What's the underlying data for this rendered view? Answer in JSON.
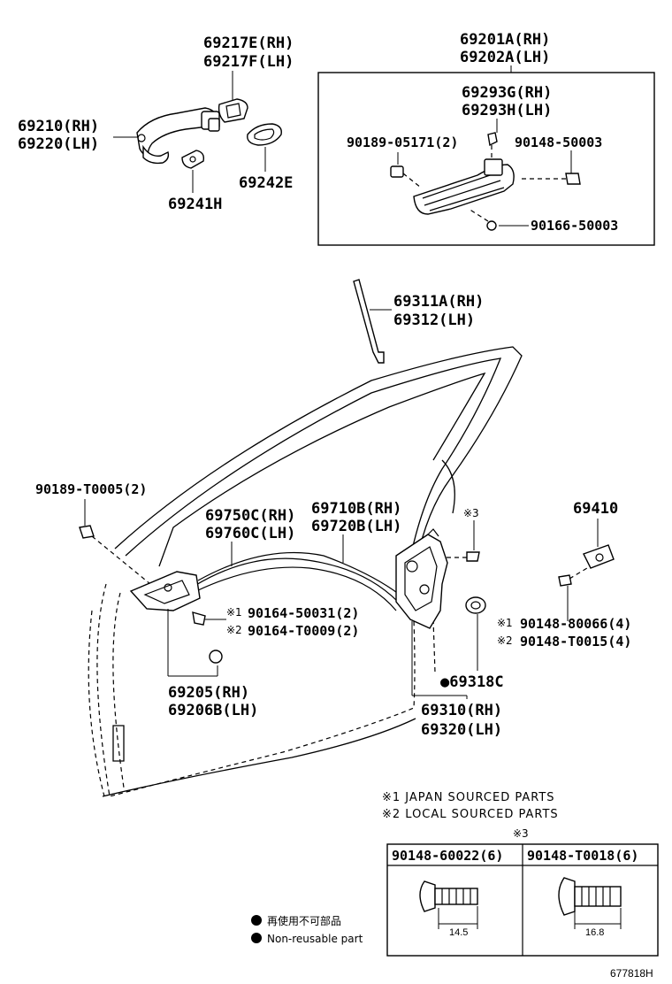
{
  "labels": {
    "handle_cover_rh": "69217E(RH)",
    "handle_cover_lh": "69217F(LH)",
    "outside_handle_rh": "69210(RH)",
    "outside_handle_lh": "69220(LH)",
    "pad_69242": "69242E",
    "pad_69241": "69241H",
    "frame_assy_rh": "69201A(RH)",
    "frame_assy_lh": "69202A(LH)",
    "frame_sub_rh": "69293G(RH)",
    "frame_sub_lh": "69293H(LH)",
    "clip_90189": "90189-05171(2)",
    "screw_90148": "90148-50003",
    "screw_90166": "90166-50003",
    "rod_rh": "69311A(RH)",
    "rod_lh": "69312(LH)",
    "clip_t0005": "90189-T0005(2)",
    "cable_rh": "69750C(RH)",
    "cable_lh": "69760C(LH)",
    "cable2_rh": "69710B(RH)",
    "cable2_lh": "69720B(LH)",
    "note3_top": "※3",
    "striker": "69410",
    "screw_left_1": "90164-50031(2)",
    "screw_left_2": "90164-T0009(2)",
    "mark1": "※1",
    "mark2": "※2",
    "screw_right_1": "90148-80066(4)",
    "screw_right_2": "90148-T0015(4)",
    "inside_handle_rh": "69205(RH)",
    "inside_handle_lh": "69206B(LH)",
    "seal": "●69318C",
    "lock_rh": "69310(RH)",
    "lock_lh": "69320(LH)"
  },
  "notes": {
    "japan": "※1 JAPAN SOURCED PARTS",
    "local": "※2 LOCAL SOURCED PARTS",
    "table_mark": "※3"
  },
  "screw_table": {
    "col1_part": "90148-60022(6)",
    "col1_dim": "14.5",
    "col2_part": "90148-T0018(6)",
    "col2_dim": "16.8"
  },
  "legend": {
    "jp": "再使用不可部品",
    "en": "Non-reusable part"
  },
  "diagram_code": "677818H"
}
